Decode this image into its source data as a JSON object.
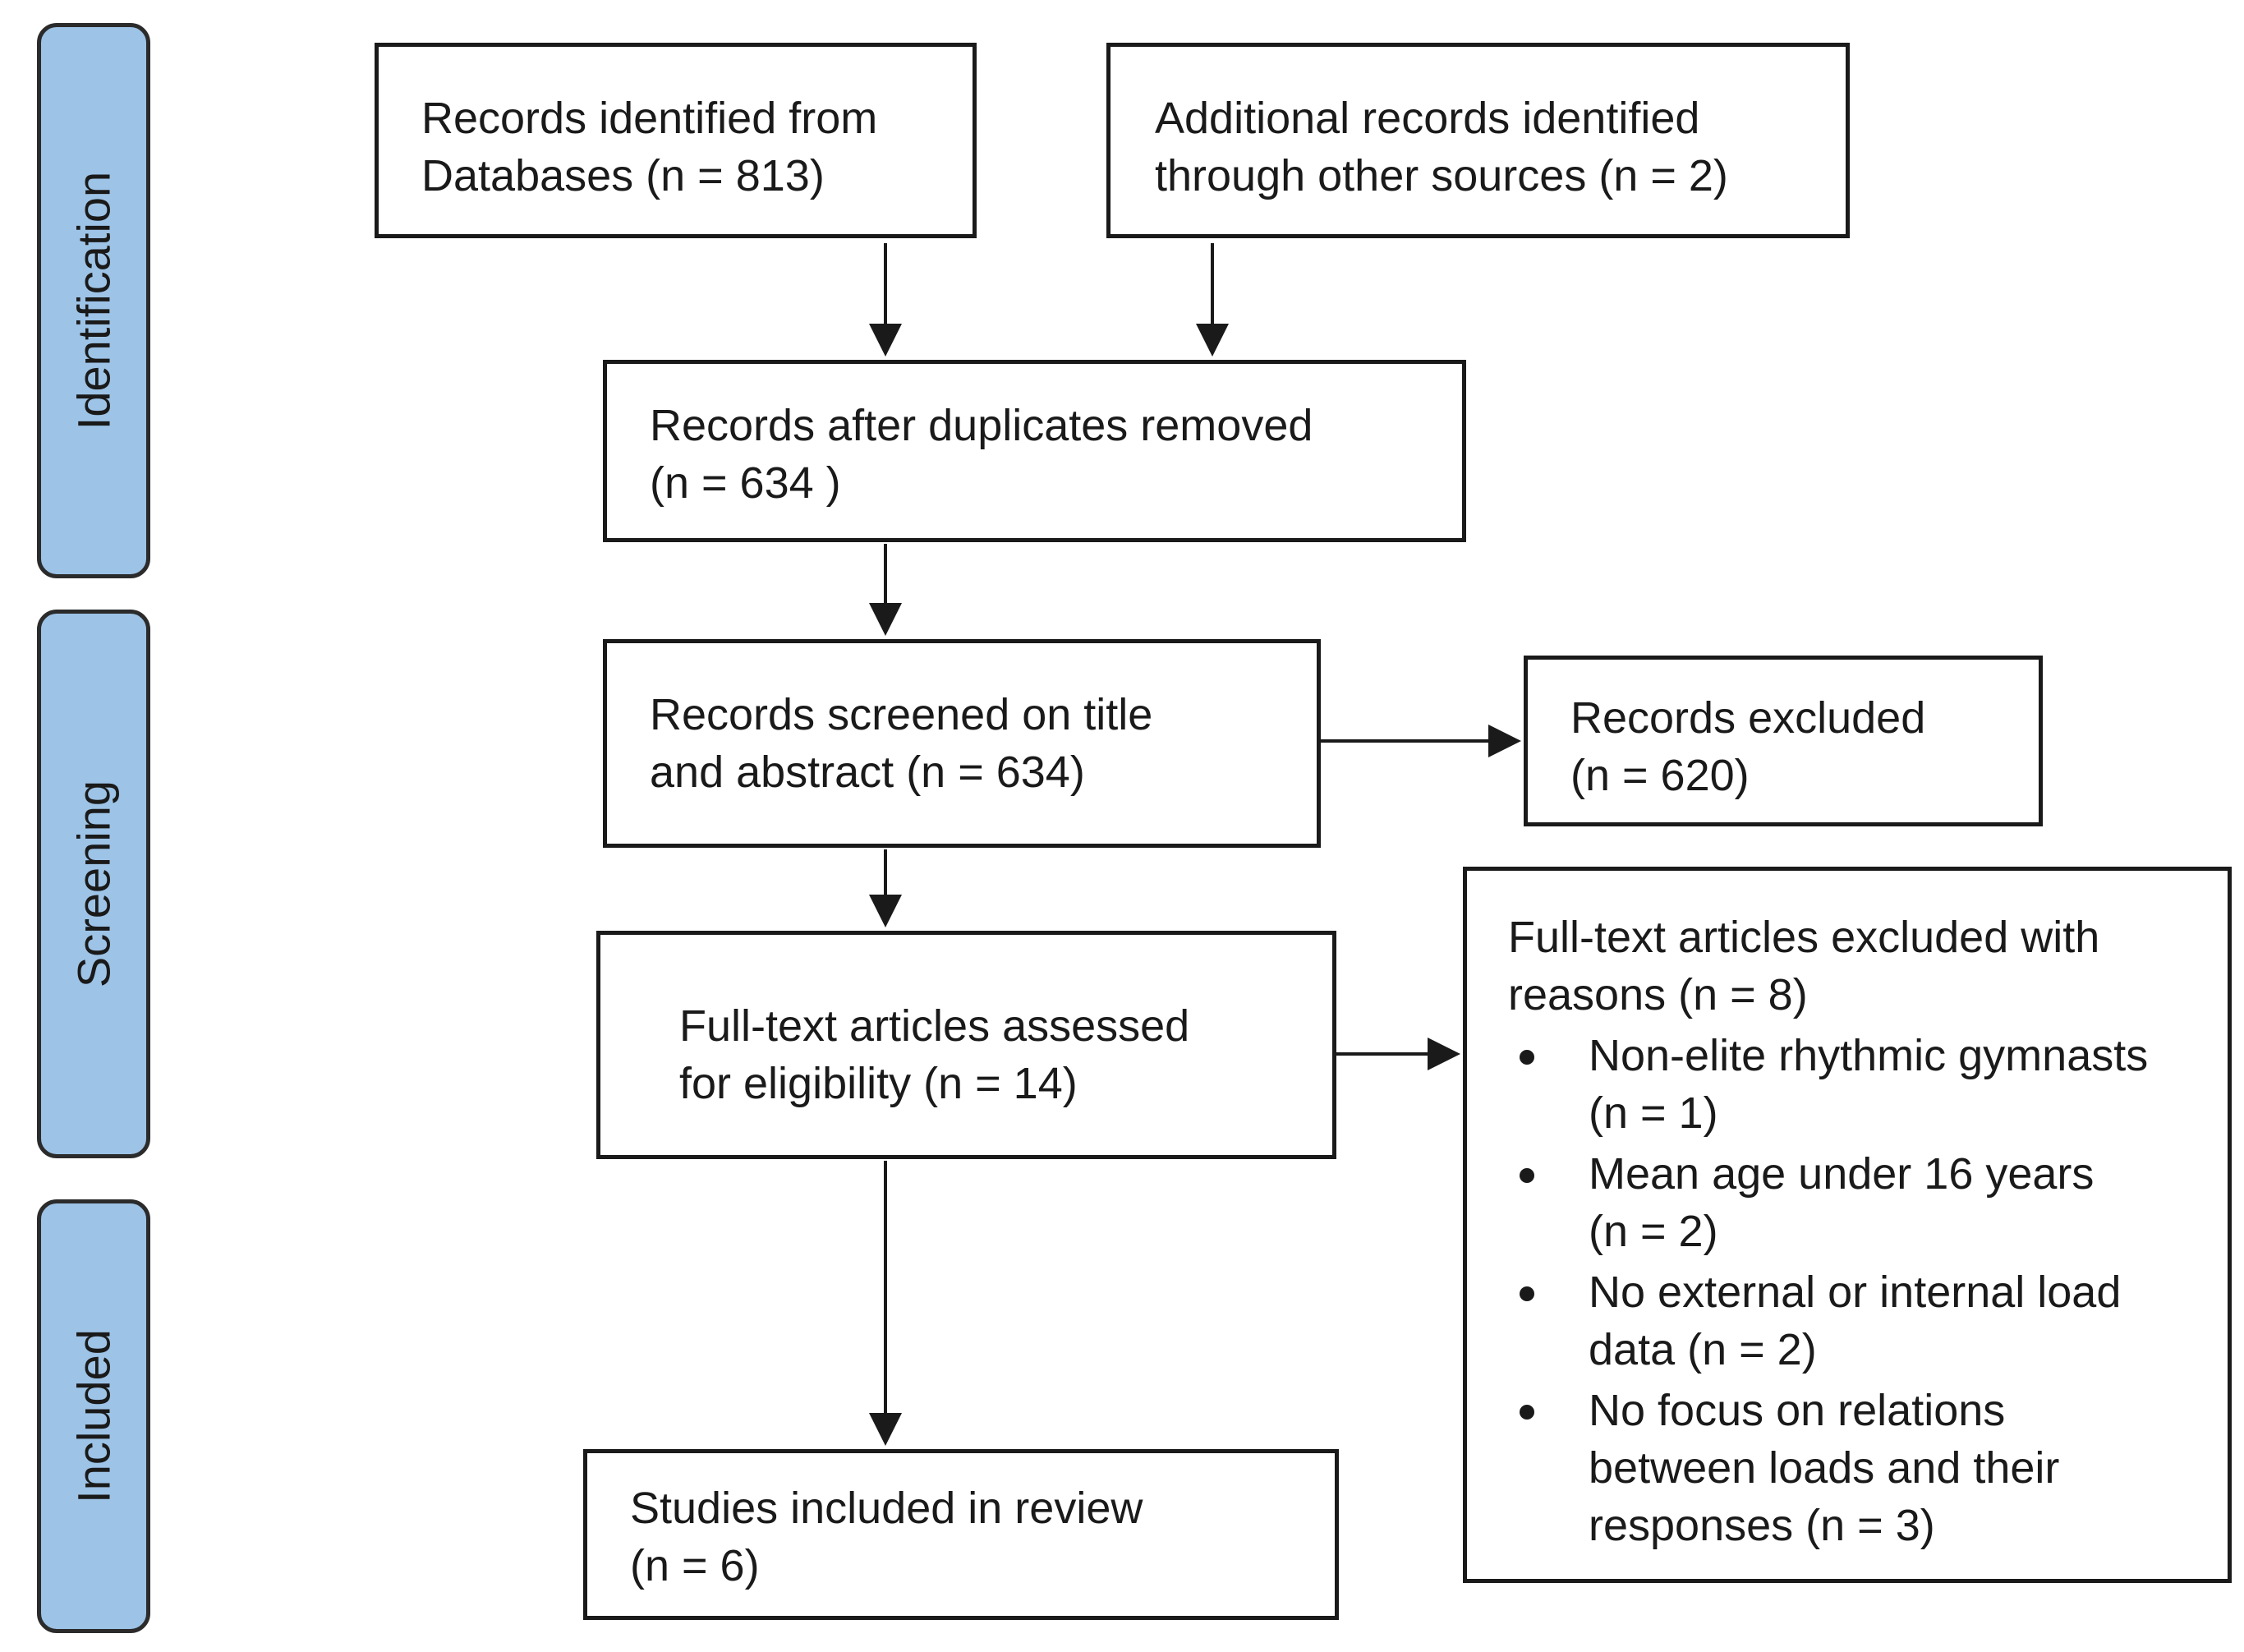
{
  "phases": {
    "identification": "Identification",
    "screening": "Screening",
    "included": "Included"
  },
  "boxes": {
    "databases": "Records identified from\nDatabases (n = 813)",
    "other_sources": "Additional records identified\nthrough other sources (n = 2)",
    "duplicates_removed": "Records after duplicates removed\n(n = 634 )",
    "screened": "Records screened on title\nand abstract (n = 634)",
    "excluded": "Records excluded\n(n = 620)",
    "full_text_assessed": "Full-text articles assessed\nfor eligibility (n = 14)",
    "included_in_review": "Studies included in review\n(n = 6)"
  },
  "full_text_excluded": {
    "heading": "Full-text articles excluded with\nreasons (n = 8)",
    "reasons": [
      "Non-elite rhythmic gymnasts\n(n = 1)",
      "Mean age under 16 years\n(n = 2)",
      "No external or internal load\ndata (n = 2)",
      "No focus on relations\nbetween loads and their\nresponses (n = 3)"
    ]
  }
}
